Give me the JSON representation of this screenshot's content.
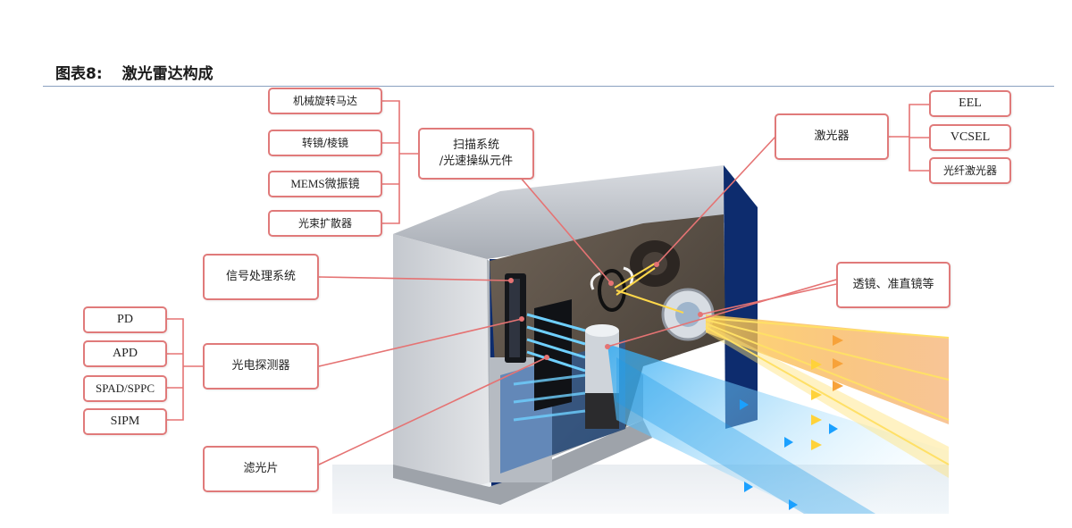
{
  "header": {
    "figure_label": "图表8:",
    "figure_title": "激光雷达构成"
  },
  "scan_group": {
    "items": [
      "机械旋转马达",
      "转镜/棱镜",
      "MEMS微振镜",
      "光束扩散器"
    ],
    "label_line1": "扫描系统",
    "label_line2": "/光速操纵元件"
  },
  "laser_group": {
    "label": "激光器",
    "items": [
      "EEL",
      "VCSEL",
      "光纤激光器"
    ]
  },
  "signal_label": "信号处理系统",
  "lens_label": "透镜、准直镜等",
  "detector_group": {
    "label": "光电探测器",
    "items": [
      "PD",
      "APD",
      "SPAD/SPPC",
      "SIPM"
    ]
  },
  "filter_label": "滤光片",
  "colors": {
    "box_border": "#e07a7a",
    "connector": "#e57373",
    "housing_gray": "#b9bec6",
    "housing_blue": "#0d2c6e",
    "beam_blue": "#29a6f0",
    "beam_orange": "#f7a23a"
  }
}
